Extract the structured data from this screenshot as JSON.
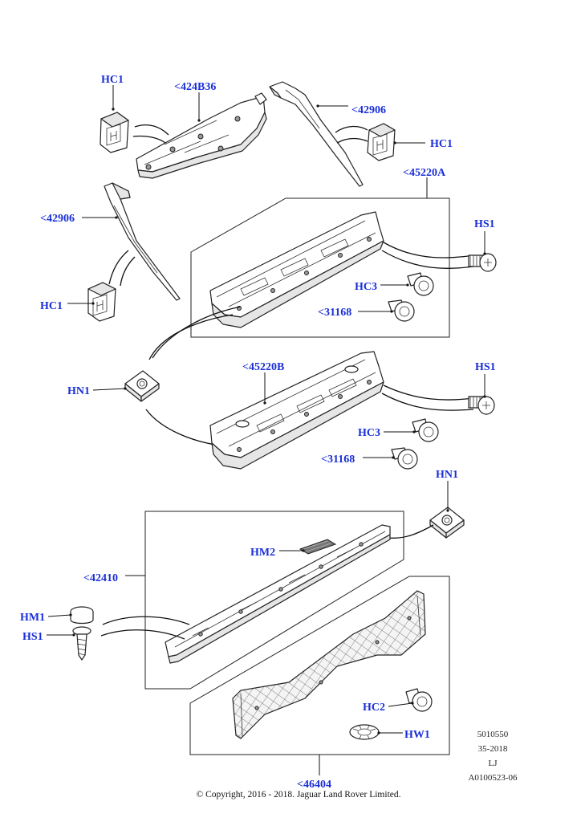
{
  "callouts": {
    "hc1_top": "HC1",
    "p424b36": "<424B36",
    "p42906_right": "<42906",
    "hc1_right": "HC1",
    "p45220a": "<45220A",
    "p42906_left": "<42906",
    "hs1_top": "HS1",
    "hc1_left": "HC1",
    "hc3_top": "HC3",
    "p31168_top": "<31168",
    "p45220b": "<45220B",
    "hn1_left": "HN1",
    "hs1_mid": "HS1",
    "hc3_mid": "HC3",
    "p31168_mid": "<31168",
    "hn1_right": "HN1",
    "hm2": "HM2",
    "p42410": "<42410",
    "hm1": "HM1",
    "hs1_bottom": "HS1",
    "hc2": "HC2",
    "hw1": "HW1",
    "p46404": "<46404"
  },
  "info_block": [
    "5010550",
    "35-2018",
    "LJ",
    "A0100523-06"
  ],
  "copyright": "© Copyright, 2016 - 2018. Jaguar Land Rover Limited.",
  "colors": {
    "callout": "#1a2fd8",
    "line": "#111111"
  }
}
